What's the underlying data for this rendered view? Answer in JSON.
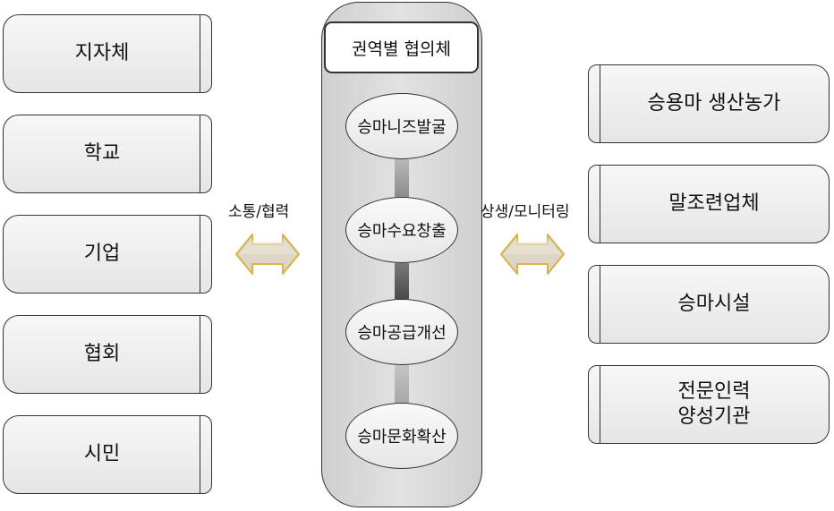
{
  "left_items": [
    "지자체",
    "학교",
    "기업",
    "협회",
    "시민"
  ],
  "center": {
    "header": "권역별 협의체",
    "steps": [
      "승마니즈발굴",
      "승마수요창출",
      "승마공급개선",
      "승마문화확산"
    ]
  },
  "right_items": [
    [
      "승용마 생산농가"
    ],
    [
      "말조련업체"
    ],
    [
      "승마시설"
    ],
    [
      "전문인력",
      "양성기관"
    ]
  ],
  "left_link_label": "소통/협력",
  "right_link_label": "상생/모니터링",
  "colors": {
    "box_fill_top": "#f7f7f7",
    "box_fill_bottom": "#e6e6e6",
    "column_fill": "#d9d9d9",
    "arrow_fill": "#dcd6c6",
    "arrow_stroke": "#d8b24a",
    "connector_light": "#b0b0b0",
    "connector_dark": "#6a6a6a"
  }
}
